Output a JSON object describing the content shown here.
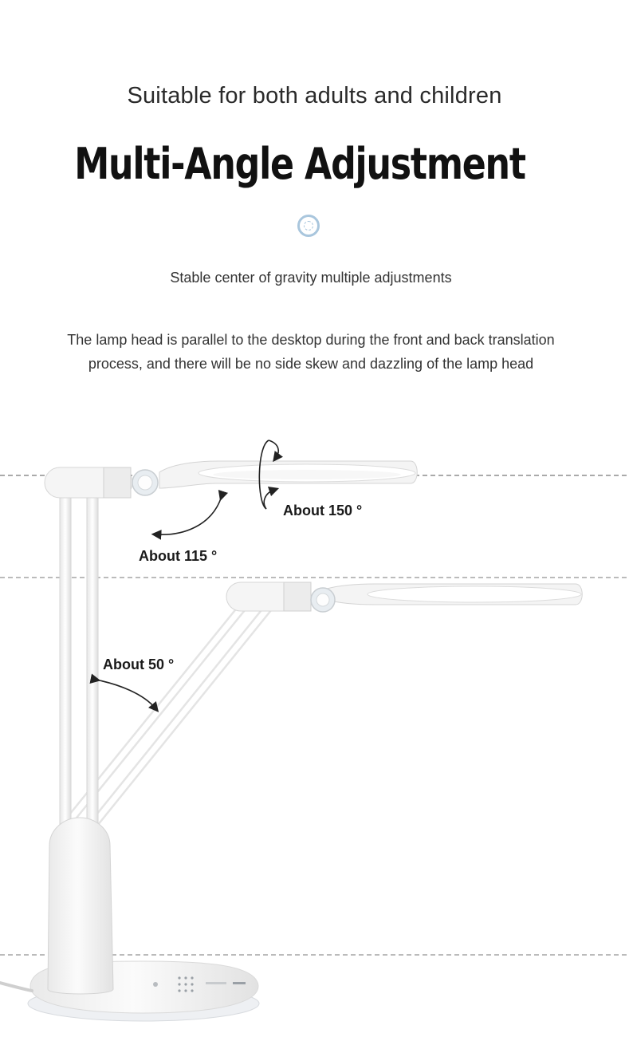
{
  "header": {
    "subtitle": "Suitable for both adults and children",
    "title": "Multi-Angle Adjustment"
  },
  "tagline": "Stable center of gravity multiple adjustments",
  "description": {
    "line1": "The lamp head is parallel to the desktop during the front and back translation",
    "line2": "process, and there will be no side skew and dazzling of the lamp head"
  },
  "angles": {
    "rotation": "About 150 °",
    "head_tilt": "About 115 °",
    "arm": "About 50 °"
  },
  "colors": {
    "accent_ring": "#a9c6dd",
    "guide_line": "#555555",
    "lamp_body": "#f3f3f3"
  }
}
